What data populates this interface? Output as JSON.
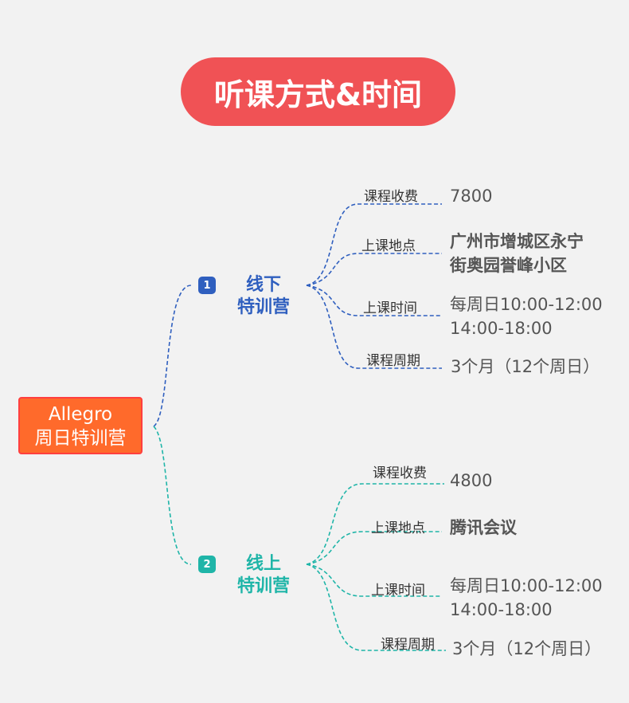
{
  "title": "听课方式&时间",
  "root": {
    "line1": "Allegro",
    "line2": "周日特训营"
  },
  "colors": {
    "offline": "#2f5fbf",
    "online": "#1fb5a8",
    "title_bg": "#f05255",
    "root_bg": "#ff6a2b"
  },
  "offline": {
    "badge": "1",
    "name_line1": "线下",
    "name_line2": "特训营",
    "items": [
      {
        "label": "课程收费",
        "value_line1": "7800",
        "value_line2": ""
      },
      {
        "label": "上课地点",
        "value_line1": "广州市增城区永宁",
        "value_line2": "街奥园誉峰小区"
      },
      {
        "label": "上课时间",
        "value_line1": "每周日10:00-12:00",
        "value_line2": "14:00-18:00"
      },
      {
        "label": "课程周期",
        "value_line1": "3个月（12个周日）",
        "value_line2": ""
      }
    ]
  },
  "online": {
    "badge": "2",
    "name_line1": "线上",
    "name_line2": "特训营",
    "items": [
      {
        "label": "课程收费",
        "value_line1": "4800",
        "value_line2": ""
      },
      {
        "label": "上课地点",
        "value_line1": "腾讯会议",
        "value_line2": ""
      },
      {
        "label": "上课时间",
        "value_line1": "每周日10:00-12:00",
        "value_line2": "14:00-18:00"
      },
      {
        "label": "课程周期",
        "value_line1": "3个月（12个周日）",
        "value_line2": ""
      }
    ]
  }
}
